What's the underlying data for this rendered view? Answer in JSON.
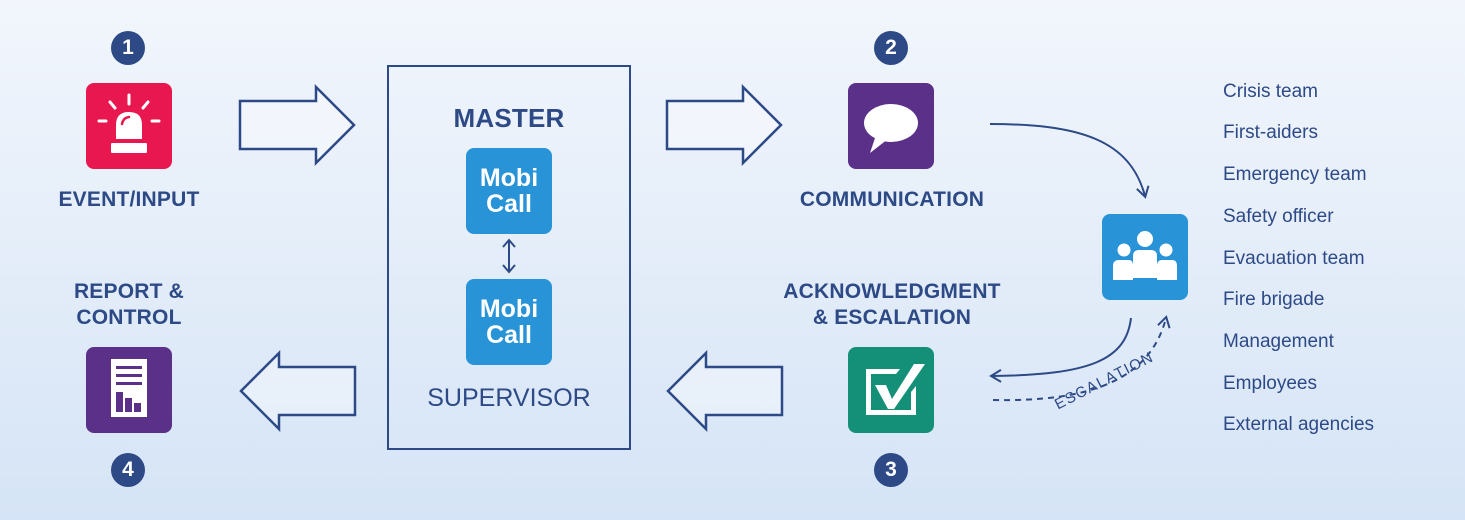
{
  "steps": {
    "event": {
      "number": "1",
      "label": "EVENT/INPUT",
      "tile_color": "#e8174f",
      "icon": "siren-icon"
    },
    "communication": {
      "number": "2",
      "label": "COMMUNICATION",
      "tile_color": "#5b3089",
      "icon": "speech-bubble-icon"
    },
    "acknowledgment": {
      "number": "3",
      "label_line1": "ACKNOWLEDGMENT",
      "label_line2": "& ESCALATION",
      "tile_color": "#139077",
      "icon": "checkmark-icon"
    },
    "report": {
      "number": "4",
      "label_line1": "REPORT &",
      "label_line2": "CONTROL",
      "tile_color": "#5b3089",
      "icon": "report-icon"
    }
  },
  "center": {
    "master_label": "MASTER",
    "supervisor_label": "SUPERVISOR",
    "master_logo": {
      "line1": "Mobi",
      "line2": "Call"
    },
    "supervisor_logo": {
      "line1": "Mobi",
      "line2": "Call"
    },
    "logo_color": "#2893d6"
  },
  "people": {
    "icon": "people-group-icon",
    "tile_color": "#2893d6"
  },
  "escalation_label": "ESCALATION",
  "recipients": [
    "Crisis team",
    "First-aiders",
    "Emergency team",
    "Safety officer",
    "Evacuation team",
    "Fire brigade",
    "Management",
    "Employees",
    "External agencies"
  ]
}
